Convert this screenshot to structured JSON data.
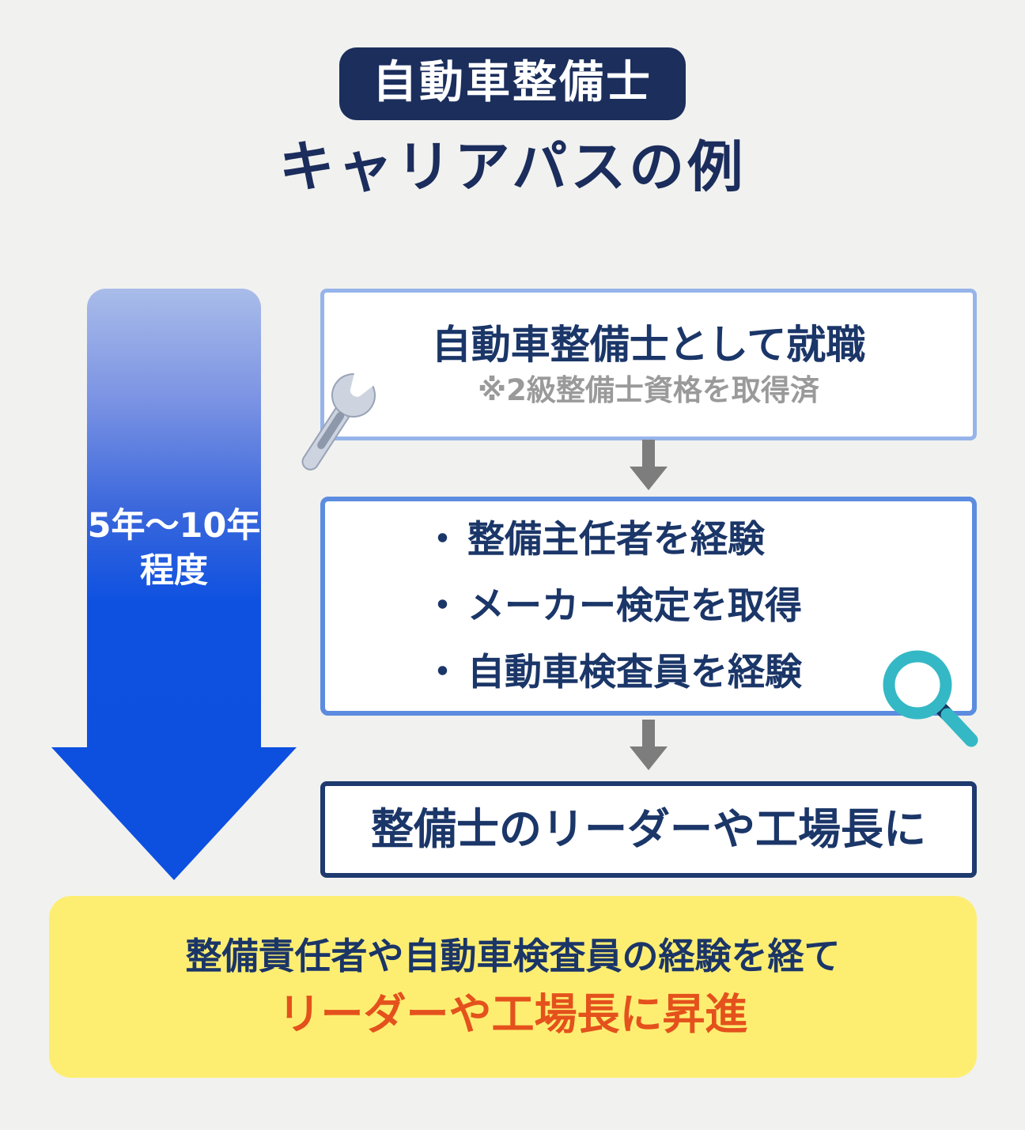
{
  "header": {
    "badge": "自動車整備士",
    "title": "キャリアパスの例"
  },
  "duration_arrow": {
    "line1": "5年〜10年",
    "line2": "程度"
  },
  "step1": {
    "title": "自動車整備士として就職",
    "note": "※2級整備士資格を取得済"
  },
  "step2": {
    "bullets": [
      {
        "bullet": "・",
        "strong": "整備主任者",
        "rest": "を経験"
      },
      {
        "bullet": "・",
        "strong": "メーカー検定",
        "rest": "を取得"
      },
      {
        "bullet": "・",
        "strong": "自動車検査員",
        "rest": "を経験"
      }
    ]
  },
  "step3": {
    "title": "整備士のリーダーや工場長に"
  },
  "summary": {
    "line1": "整備責任者や自動車検査員の経験を経て",
    "line2": "リーダーや工場長に昇進"
  },
  "icons": {
    "step1_icon": "wrench-icon",
    "step2_icon": "magnifier-icon",
    "connector_icon": "down-arrow-icon"
  },
  "colors": {
    "background": "#f1f1ef",
    "badge_navy": "#1b2e5c",
    "text_navy": "#1b3668",
    "step1_border": "#96b4ea",
    "step2_border": "#5c8ce0",
    "step3_border": "#1e3a6e",
    "arrow_gradient_top": "#a9bce9",
    "arrow_gradient_bottom": "#0d50e0",
    "connector_gray": "#7d7d7d",
    "note_gray": "#9a9a9a",
    "summary_yellow": "#fdee72",
    "summary_orange": "#e4511c",
    "magnifier_teal": "#35b8c5"
  }
}
